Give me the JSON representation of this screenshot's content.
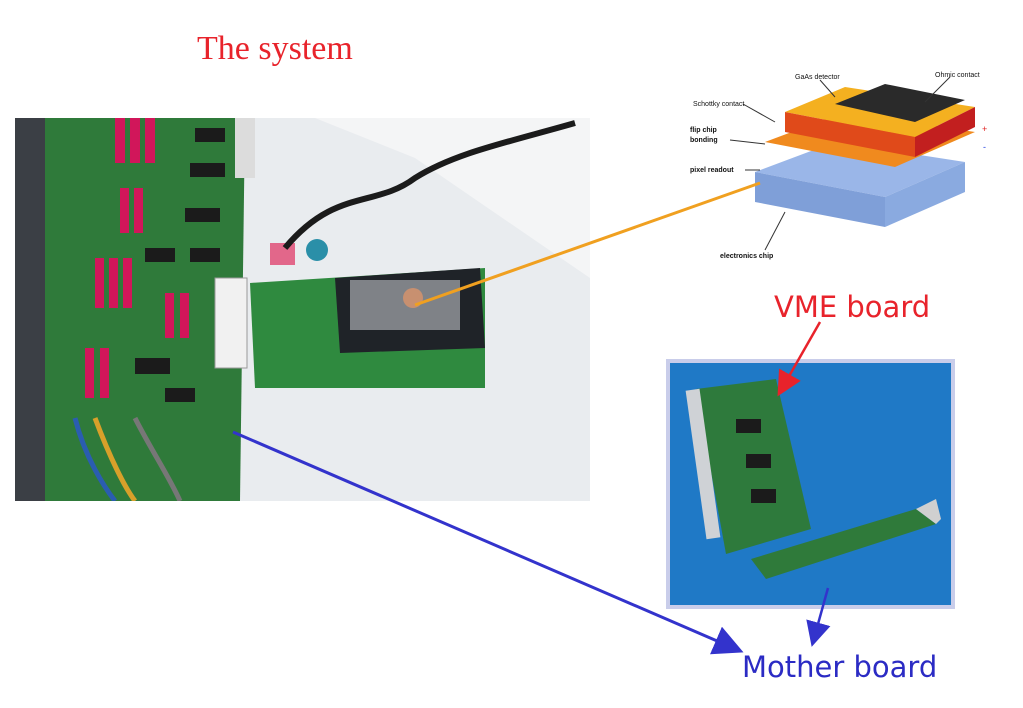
{
  "slide": {
    "title": "The system",
    "labels": {
      "vme": "VME board",
      "mother": "Mother board"
    }
  },
  "diagram": {
    "gaas": "GaAs detector",
    "ohmic": "Ohmic contact",
    "schottky": "Schottky contact",
    "flip1": "flip chip",
    "flip2": "bonding",
    "readout": "pixel readout",
    "electronics": "electronics chip",
    "plus": "+",
    "minus": "-"
  },
  "colors": {
    "title": "#e8232b",
    "vme": "#e8232b",
    "mother": "#2b2bc4",
    "arrow_orange": "#f0a020",
    "arrow_blue": "#3333cc",
    "arrow_red": "#e8232b"
  }
}
